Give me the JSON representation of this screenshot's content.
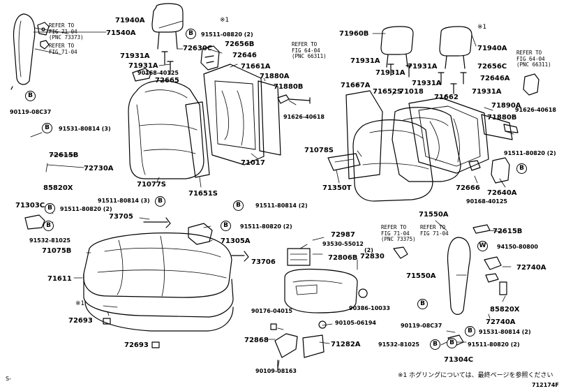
{
  "diagram_id": "712174F",
  "corner_mark": "S-",
  "note_marker": "※1",
  "footnote": "※1 ホグリングについては、最終ページを参照ください",
  "circle_letters": {
    "b": "B",
    "w": "W"
  },
  "refs": {
    "r1": "REFER TO\nFIG 71-04\n(PNC 73373)",
    "r2": "REFER TO\nFIG 71-04",
    "r3": "REFER TO\nFIG 64-04\n(PNC 66311)",
    "r4": "REFER TO\nFIG 64-04\n(PNC 66311)",
    "r5": "REFER TO\nFIG 71-04\n(PNC 73375)",
    "r6": "REFER TO\nFIG 71-04"
  },
  "parts": {
    "p71940A_l": "71940A",
    "p71540A": "71540A",
    "p91511_08820_a": "91511-08820 (2)",
    "p72656B": "72656B",
    "p72630C": "72630C",
    "p72646": "72646",
    "p71931A_a": "71931A",
    "p71931A_b": "71931A",
    "p90168_a": "90168-40125",
    "p71661A": "71661A",
    "p72665": "72665",
    "p71880A": "71880A",
    "p71880B": "71880B",
    "p90119_a": "90119-08C37",
    "p91626_a": "91626-40618",
    "p91531_08814_a": "91531-80814 (3)",
    "p72615B_a": "72615B",
    "p72730A": "72730A",
    "p85820X_a": "85820X",
    "p71077S": "71077S",
    "p71651S": "71651S",
    "p71017": "71017",
    "p71960B": "71960B",
    "p71940A_r": "71940A",
    "p71931A_c": "71931A",
    "p71931A_d": "71931A",
    "p71931A_e": "71931A",
    "p71931A_f": "71931A",
    "p72656C": "72656C",
    "p72646A": "72646A",
    "p71667A": "71667A",
    "p71652S": "71652S",
    "p71018": "71018",
    "p71662": "71662",
    "p71890A": "71890A",
    "p91626_b": "91626-40618",
    "p71880B_r": "71880B",
    "p71078S": "71078S",
    "p91511_08820_r": "91511-80820 (2)",
    "p71350T": "71350T",
    "p72666": "72666",
    "p72640A": "72640A",
    "p90168_b": "90168-40125",
    "p71303C": "71303C",
    "p91511_08820_b": "91511-80820 (2)",
    "p91532_81025_a": "91532-81025",
    "p91511_08814_b": "91511-80814 (3)",
    "p73705": "73705",
    "p71075B": "71075B",
    "p71611": "71611",
    "p91511_08814_c": "91511-80814 (2)",
    "p91511_08820_c": "91511-80820 (2)",
    "p71305A": "71305A",
    "p73706": "73706",
    "p72693_a": "72693",
    "p72693_b": "72693",
    "p72987": "72987",
    "p93530": "93530-55012",
    "p93530_qty": "(2)",
    "p72806B": "72806B",
    "p72830": "72830",
    "p90386": "90386-10033",
    "p90176": "90176-04015",
    "p90105": "90105-06194",
    "p72868": "72868",
    "p71282A": "71282A",
    "p90109": "90109-08163",
    "p71550A_t": "71550A",
    "p72615B_b": "72615B",
    "p94150": "94150-80800",
    "p72740A_a": "72740A",
    "p71550A_b": "71550A",
    "p85820X_b": "85820X",
    "p72740A_b": "72740A",
    "p90119_b": "90119-08C37",
    "p91531_80814_b": "91531-80814 (2)",
    "p91532_81025_b": "91532-81025",
    "p91511_80820_d": "91511-80820 (2)",
    "p71304C": "71304C"
  }
}
